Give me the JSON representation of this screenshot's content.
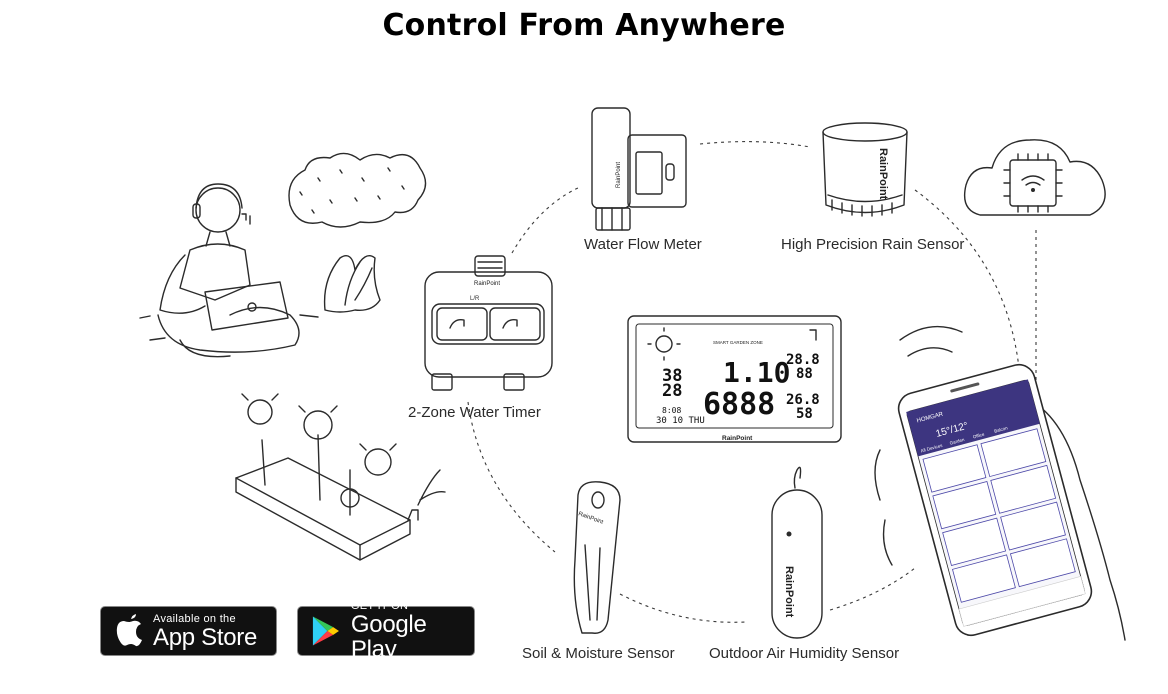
{
  "page": {
    "title": "Control From Anywhere"
  },
  "devices": {
    "water_flow_meter": "Water Flow Meter",
    "rain_sensor": "High Precision Rain Sensor",
    "water_timer": "2-Zone Water Timer",
    "soil_sensor": "Soil & Moisture Sensor",
    "humidity_sensor": "Outdoor Air Humidity Sensor"
  },
  "brand": {
    "name": "RainPoint"
  },
  "display": {
    "header": "SMART GARDEN ZONE",
    "temp_in": "38",
    "temp_out": "28",
    "flow": "1.10",
    "total": "6888",
    "right_temp1": "28.8",
    "right_hum1": "88",
    "right_temp2": "26.8",
    "right_hum2": "58",
    "time": "8:08",
    "date": "30 10 THU"
  },
  "phone": {
    "app_name": "HOMGAR",
    "temperature": "15°/12°",
    "tabs": [
      "All Devices",
      "Garden",
      "Office",
      "Balcon"
    ]
  },
  "stores": {
    "apple": {
      "line1": "Available on the",
      "line2": "App Store"
    },
    "google": {
      "line1": "GET IT ON",
      "line2": "Google Play"
    }
  },
  "icons": [
    "cloud-chip-icon",
    "wifi-icon",
    "apple-icon",
    "google-play-icon"
  ],
  "colors": {
    "phone_header": "#3d3580",
    "badge_bg": "#111111"
  }
}
